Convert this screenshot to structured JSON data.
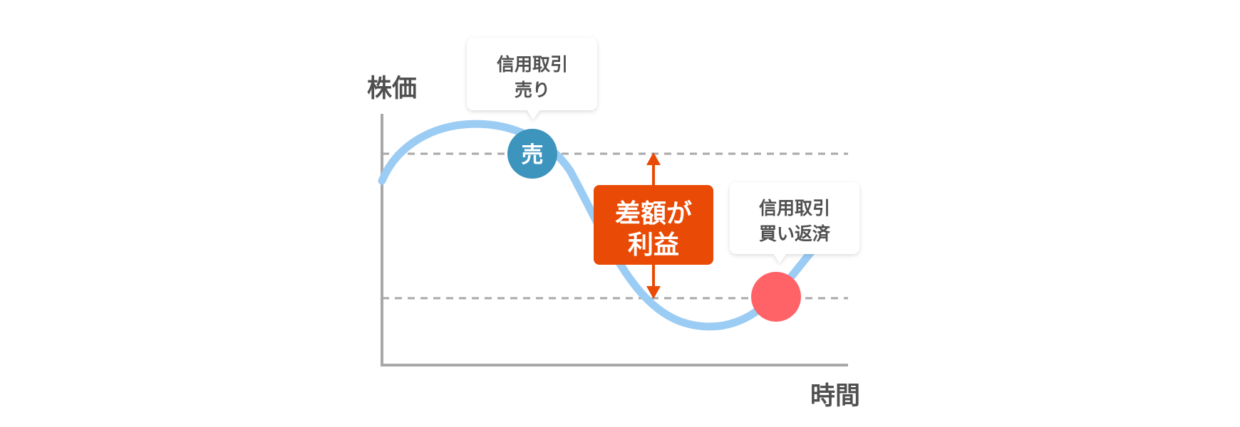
{
  "axes": {
    "y_label": "株価",
    "x_label": "時間"
  },
  "sell_callout": {
    "line1": "信用取引",
    "line2": "売り"
  },
  "sell_marker": {
    "label": "売"
  },
  "buyback_callout": {
    "line1": "信用取引",
    "line2": "買い返済"
  },
  "profit_box": {
    "line1": "差額が",
    "line2": "利益"
  },
  "colors": {
    "curve": "#9bccf4",
    "sell_marker": "#3d94bd",
    "buy_marker": "#ff6367",
    "profit": "#e94a05",
    "axis": "#a8a8a8",
    "dashed": "#a8a8a8",
    "text": "#505050"
  }
}
